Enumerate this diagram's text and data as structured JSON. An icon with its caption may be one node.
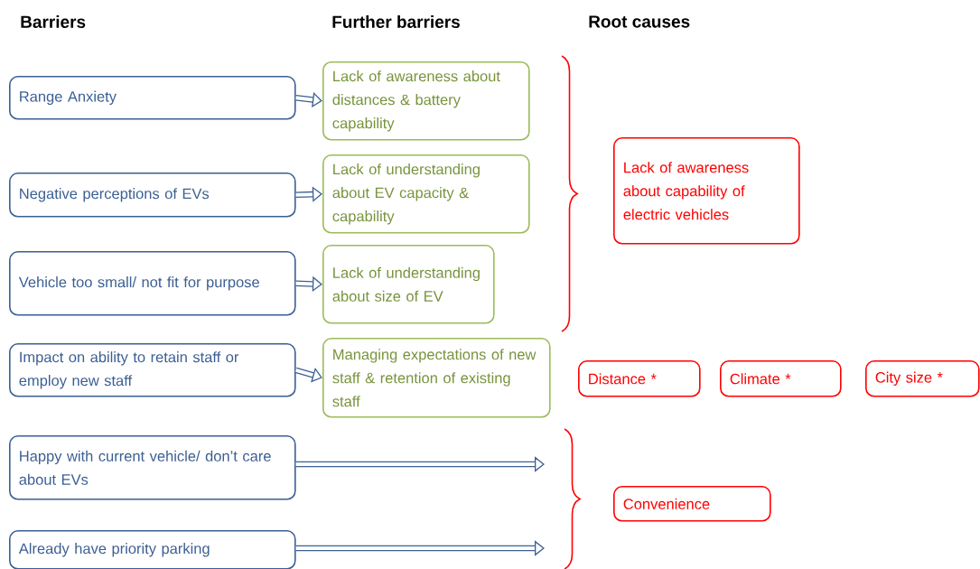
{
  "diagram": {
    "nodes": [
      {
        "text": [
          "Range Anxiety"
        ]
      },
      {
        "text": [
          "Negative perceptions of EVs"
        ]
      },
      {
        "text": [
          "Vehicle too small/ not fit for purpose"
        ]
      },
      {
        "text": [
          "Impact on ability to retain staff or employ new staff"
        ]
      },
      {
        "text": [
          "Happy with current vehicle/ don’t care about EVs"
        ]
      },
      {
        "text": [
          "Already have priority parking"
        ]
      },
      {
        "text": [
          "Lack of awareness about distances & battery capability"
        ]
      },
      {
        "text": [
          "Lack of understanding about EV capacity & capability"
        ]
      },
      {
        "text": [
          "Lack of understanding about size of EV"
        ]
      },
      {
        "text": [
          "Managing expectations of new staff & retention of existing staff"
        ]
      },
      {
        "text": [
          "Lack of awareness about capability of electric vehicles"
        ]
      },
      {
        "text": [
          "Distance *"
        ]
      },
      {
        "text": [
          "Climate *"
        ]
      },
      {
        "text": [
          "City size *"
        ]
      },
      {
        "text": [
          "Convenience"
        ]
      }
    ],
    "edges": [
      {
        "from": 0,
        "to": 6,
        "arrow": "to"
      },
      {
        "from": 1,
        "to": 7,
        "arrow": "to"
      },
      {
        "from": 2,
        "to": 8,
        "arrow": "to"
      },
      {
        "from": 3,
        "to": 9,
        "arrow": "to"
      },
      {
        "from": 4,
        "to": null,
        "arrow": "to"
      },
      {
        "from": 5,
        "to": null,
        "arrow": "to"
      }
    ],
    "labels": [
      "Barriers",
      "Further barriers",
      "Root causes"
    ]
  }
}
